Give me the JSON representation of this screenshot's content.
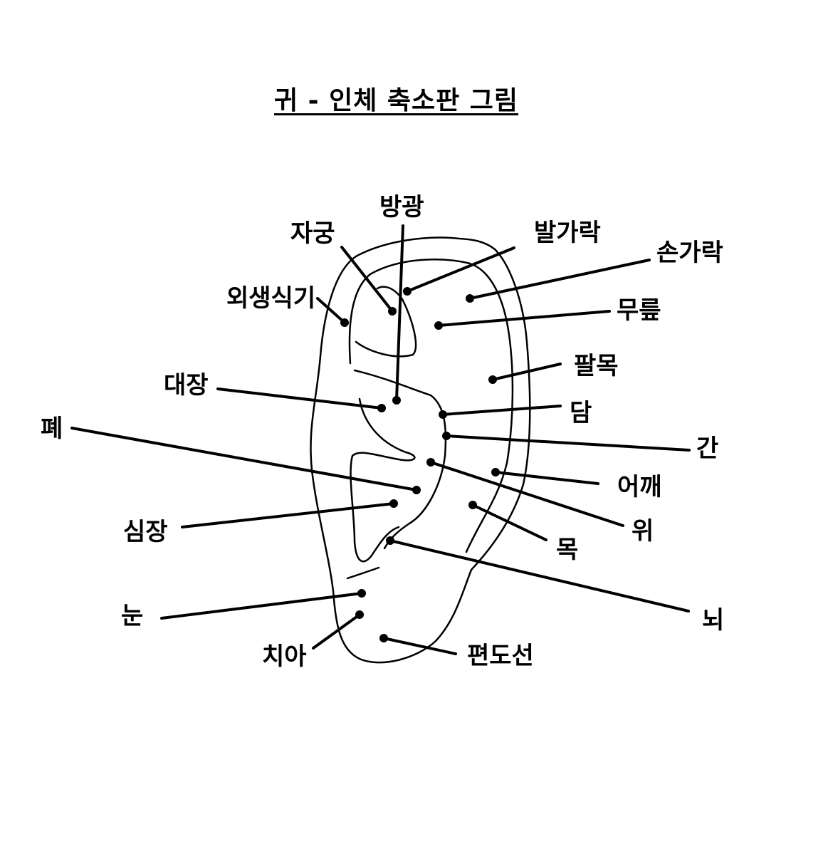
{
  "title": "귀 - 인체 축소판 그림",
  "labels": {
    "bladder": "방광",
    "uterus": "자궁",
    "toes": "발가락",
    "fingers": "손가락",
    "genitals": "외생식기",
    "knee": "무릎",
    "wrist": "팔목",
    "intestine": "대장",
    "gallbladder": "담",
    "lung": "폐",
    "liver": "간",
    "shoulder": "어깨",
    "heart": "심장",
    "stomach": "위",
    "neck": "목",
    "brain": "뇌",
    "eye": "눈",
    "teeth": "치아",
    "tonsil": "편도선"
  }
}
